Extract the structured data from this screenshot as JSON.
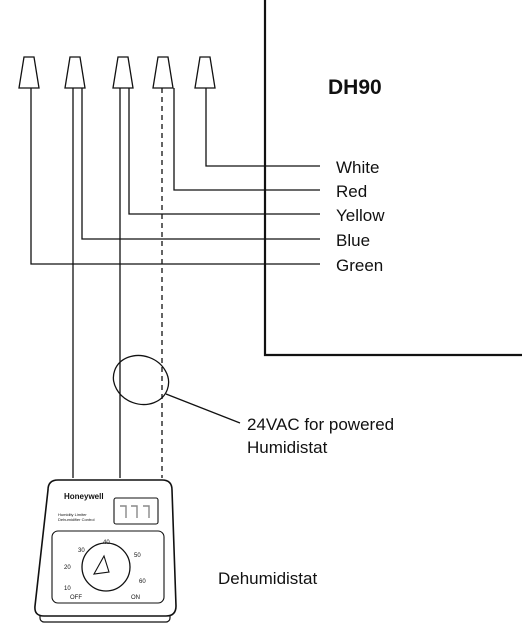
{
  "unit": {
    "title": "DH90",
    "wire_labels": [
      "White",
      "Red",
      "Yellow",
      "Blue",
      "Green"
    ]
  },
  "annotation": {
    "line1": "24VAC for powered",
    "line2": "Humidistat"
  },
  "device": {
    "label": "Dehumidistat",
    "brand": "Honeywell",
    "small_text_1": "Humidity Limiter",
    "small_text_2": "Dehumidifier Control",
    "dial_numbers": [
      "10",
      "20",
      "30",
      "40",
      "50",
      "60"
    ],
    "dial_off": "OFF",
    "dial_on": "ON"
  }
}
